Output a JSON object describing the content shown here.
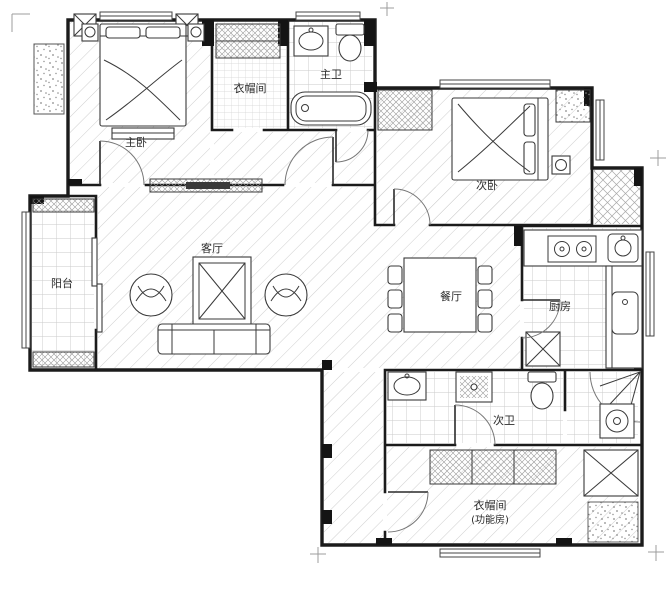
{
  "rooms": {
    "master_bedroom": "主卧",
    "cloakroom": "衣帽间",
    "master_bath": "主卫",
    "secondary_bedroom": "次卧",
    "balcony": "阳台",
    "living_room": "客厅",
    "dining_room": "餐厅",
    "kitchen": "厨房",
    "secondary_bath": "次卫",
    "function_room_line1": "衣帽间",
    "function_room_line2": "(功能房)"
  },
  "colors": {
    "wall": "#1b1b1b",
    "floor_hatch": "#cfcfcf",
    "tile_grid": "#c9c9c9",
    "label_text": "#2c2c2c",
    "background": "#ffffff"
  },
  "icons": [
    "double-bed-icon",
    "wardrobe-icon",
    "nightstand-icon",
    "sink-icon",
    "toilet-icon",
    "bathtub-icon",
    "tv-cabinet-icon",
    "armchair-icon",
    "coffee-table-icon",
    "sofa-icon",
    "dining-table-icon",
    "dining-chair-icon",
    "stove-icon",
    "kitchen-sink-icon",
    "fridge-icon",
    "shower-icon",
    "washing-machine-icon",
    "door-icon",
    "window-icon",
    "column-icon",
    "pillar-icon"
  ]
}
